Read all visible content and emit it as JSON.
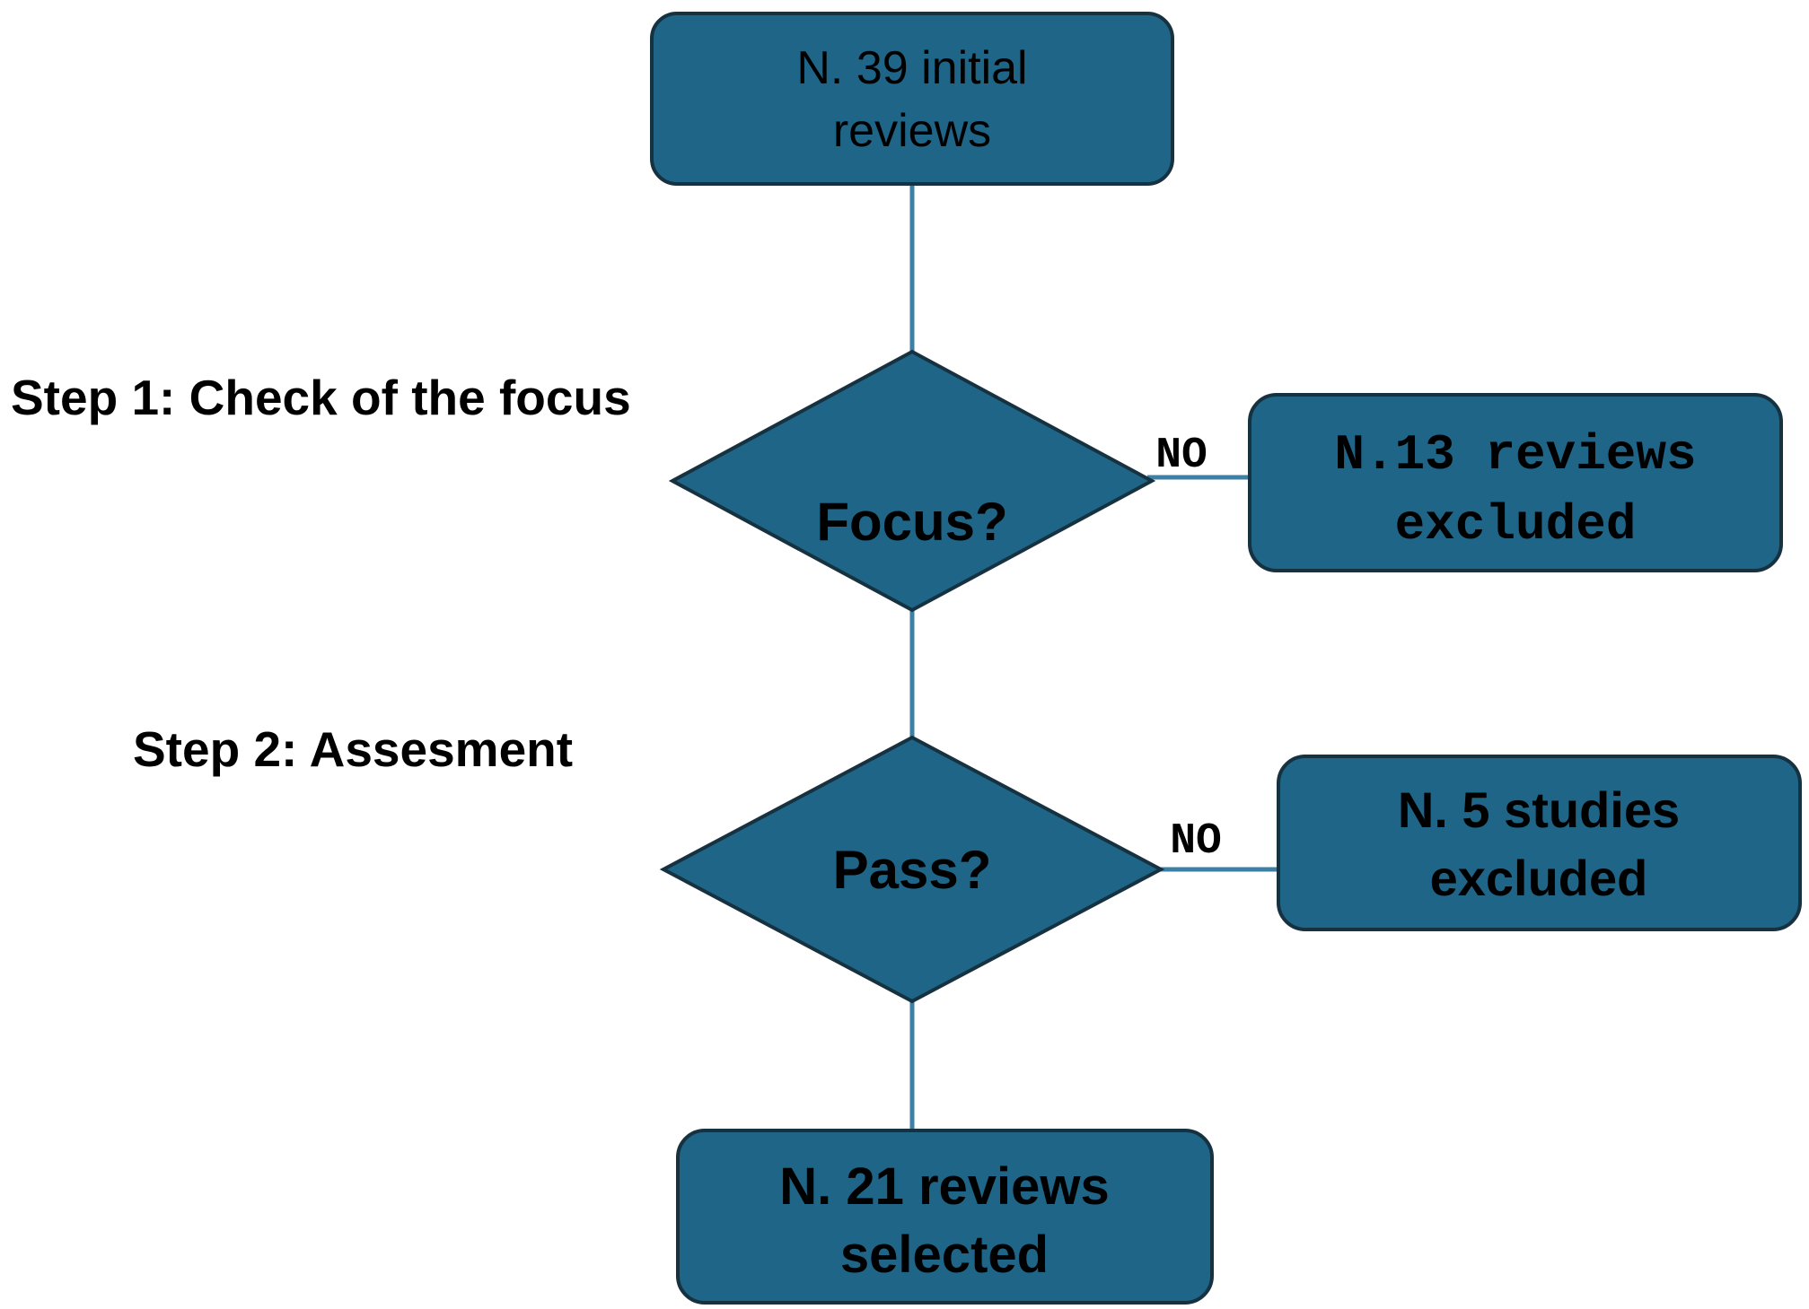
{
  "diagram": {
    "type": "flowchart",
    "background": "#ffffff",
    "colors": {
      "node_fill": "#1f6587",
      "node_border": "#16313f",
      "connector": "#3d7fa5",
      "text": "#000000"
    },
    "start_box": {
      "line1": "N. 39 initial",
      "line2": "reviews"
    },
    "step1": {
      "label": "Step 1: Check of the focus",
      "decision": "Focus?",
      "branch_label": "NO",
      "excluded_box": {
        "line1": "N.13 reviews",
        "line2": "excluded"
      }
    },
    "step2": {
      "label": "Step 2: Assesment",
      "decision": "Pass?",
      "branch_label": "NO",
      "excluded_box": {
        "line1": "N. 5 studies",
        "line2": "excluded"
      }
    },
    "end_box": {
      "line1": "N. 21 reviews",
      "line2": "selected"
    }
  }
}
